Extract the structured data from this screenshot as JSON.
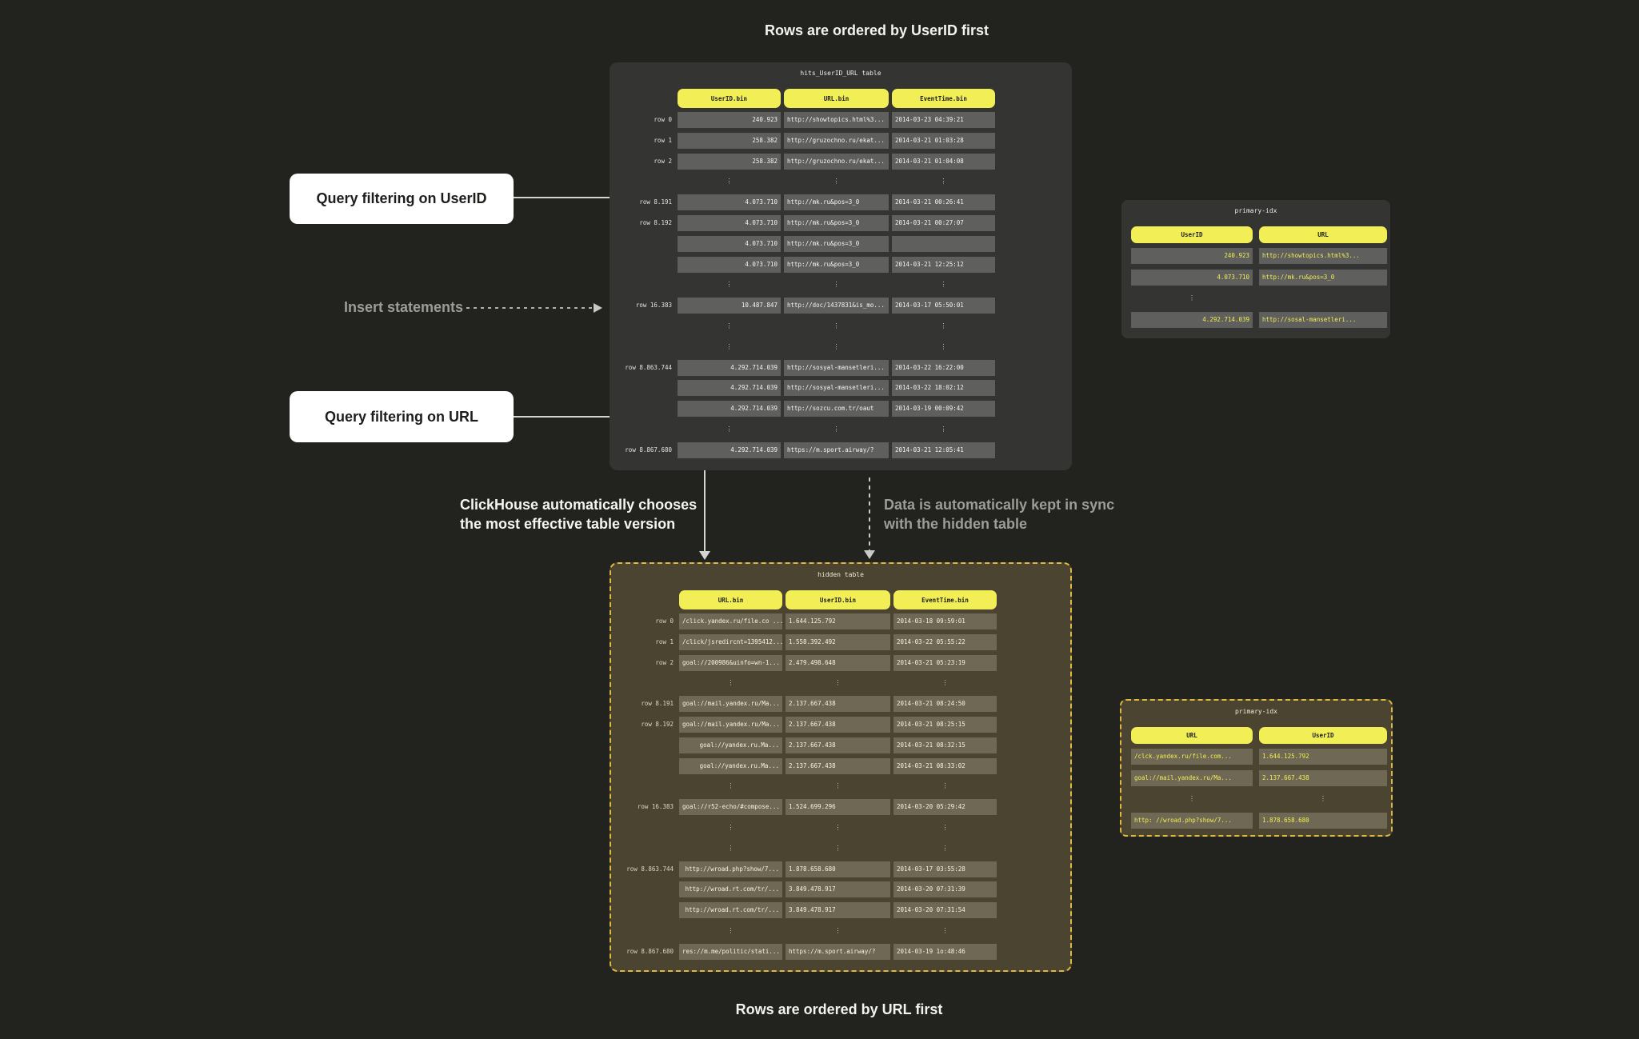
{
  "titles": {
    "top": "Rows are ordered by UserID first",
    "bottom": "Rows are ordered by URL first"
  },
  "labels": {
    "query_userid": "Query filtering on UserID",
    "insert_statements": "Insert statements",
    "query_url": "Query filtering on URL",
    "chooses_line1": "ClickHouse automatically chooses",
    "chooses_line2": "the most effective table version",
    "sync_line1": "Data is automatically kept in sync",
    "sync_line2": "with the hidden table"
  },
  "colors": {
    "accent_yellow": "#f2ee55",
    "hidden_olive_bg": "#4a4431",
    "hidden_cell_bg": "#6e6854",
    "gray_panel_bg": "#343432",
    "gray_cell_bg": "#5f5f5d",
    "dashed_border": "#e0b93c"
  },
  "main_table": {
    "title": "hits_UserID_URL table",
    "columns": [
      "UserID.bin",
      "URL.bin",
      "EventTime.bin"
    ],
    "aligns": [
      "r",
      "l",
      "l"
    ],
    "rows": [
      {
        "label": "row 0",
        "c": [
          "240.923",
          "http://showtopics.html%3...",
          "2014-03-23 04:39:21"
        ]
      },
      {
        "label": "row 1",
        "c": [
          "258.382",
          "http://gruzochno.ru/ekat...",
          "2014-03-21 01:03:28"
        ]
      },
      {
        "label": "row 2",
        "c": [
          "258.382",
          "http://gruzochno.ru/ekat...",
          "2014-03-21 01:04:08"
        ]
      },
      {
        "e": true
      },
      {
        "label": "row 8.191",
        "c": [
          "4.073.710",
          "http://mk.ru&pos=3_0",
          "2014-03-21 00:26:41"
        ]
      },
      {
        "label": "row 8.192",
        "c": [
          "4.073.710",
          "http://mk.ru&pos=3_0",
          "2014-03-21 00:27:07"
        ]
      },
      {
        "label": "",
        "c": [
          "4.073.710",
          "http://mk.ru&pos=3_0",
          ""
        ]
      },
      {
        "label": "",
        "c": [
          "4.073.710",
          "http://mk.ru&pos=3_0",
          "2014-03-21 12:25:12"
        ]
      },
      {
        "e": true
      },
      {
        "label": "row 16.383",
        "c": [
          "10.487.847",
          "http://doc/1437831&is_mo...",
          "2014-03-17 05:50:01"
        ]
      },
      {
        "e": true
      },
      {
        "e": true
      },
      {
        "label": "row 8.863.744",
        "c": [
          "4.292.714.039",
          "http://sosyal-mansetleri...",
          "2014-03-22 16:22:00"
        ]
      },
      {
        "label": "",
        "c": [
          "4.292.714.039",
          "http://sosyal-mansetleri...",
          "2014-03-22 18:02:12"
        ]
      },
      {
        "label": "",
        "c": [
          "4.292.714.039",
          "http://sozcu.com.tr/oaut",
          "2014-03-19 00:09:42"
        ]
      },
      {
        "e": true
      },
      {
        "label": "row 8.867.680",
        "c": [
          "4.292.714.039",
          "https://m.sport.airway/?",
          "2014-03-21 12:05:41"
        ]
      }
    ]
  },
  "hidden_table": {
    "title": "hidden table",
    "columns": [
      "URL.bin",
      "UserID.bin",
      "EventTime.bin"
    ],
    "aligns": [
      "l",
      "l",
      "l"
    ],
    "rows": [
      {
        "label": "row 0",
        "c": [
          "/click.yandex.ru/file.co ...",
          "1.644.125.792",
          "2014-03-18 09:59:01"
        ]
      },
      {
        "label": "row 1",
        "c": [
          "/click/jsredircnt=1395412...",
          "1.558.392.492",
          "2014-03-22 05:55:22"
        ]
      },
      {
        "label": "row 2",
        "c": [
          {
            "t": "goal://200986&uinfo=wn-1...",
            "a": "r"
          },
          "2.479.498.648",
          "2014-03-21 05:23:19"
        ]
      },
      {
        "e": true
      },
      {
        "label": "row 8.191",
        "c": [
          "goal://mail.yandex.ru/Ma...",
          "2.137.667.438",
          "2014-03-21 08:24:50"
        ]
      },
      {
        "label": "row 8.192",
        "c": [
          "goal://mail.yandex.ru/Ma...",
          "2.137.667.438",
          "2014-03-21 08:25:15"
        ]
      },
      {
        "label": "",
        "c": [
          {
            "t": "goal://yandex.ru.Ma...",
            "a": "r"
          },
          "2.137.667.438",
          "2014-03-21 08:32:15"
        ]
      },
      {
        "label": "",
        "c": [
          {
            "t": "goal://yandex.ru.Ma...",
            "a": "r"
          },
          "2.137.667.438",
          "2014-03-21 08:33:02"
        ]
      },
      {
        "e": true
      },
      {
        "label": "row 16.383",
        "c": [
          "goal://r52-echo/#compose...",
          "1.524.699.296",
          "2014-03-20 05:29:42"
        ]
      },
      {
        "e": true
      },
      {
        "e": true
      },
      {
        "label": "row 8.863.744",
        "c": [
          {
            "t": "http://wroad.php?show/7...",
            "a": "r"
          },
          "1.878.658.680",
          "2014-03-17 03:55:28"
        ]
      },
      {
        "label": "",
        "c": [
          {
            "t": "http://wroad.rt.com/tr/...",
            "a": "r"
          },
          "3.849.478.917",
          "2014-03-20 07:31:39"
        ]
      },
      {
        "label": "",
        "c": [
          {
            "t": "http://wroad.rt.com/tr/...",
            "a": "r"
          },
          "3.849.478.917",
          "2014-03-20 07:31:54"
        ]
      },
      {
        "e": true
      },
      {
        "label": "row 8.867.680",
        "c": [
          "res://m.me/politic/stati...",
          "https://m.sport.airway/?",
          "2014-03-19 1o:48:46"
        ]
      }
    ]
  },
  "primary_idx_top": {
    "title": "primary-idx",
    "columns": [
      "UserID",
      "URL"
    ],
    "aligns": [
      "r",
      "l"
    ],
    "rows": [
      {
        "c": [
          "240.923",
          "http://showtopics.html%3..."
        ]
      },
      {
        "c": [
          "4.073.710",
          "http://mk.ru&pos=3_0"
        ]
      },
      {
        "e": true,
        "cols": [
          0
        ]
      },
      {
        "c": [
          "4.292.714.039",
          "http://sosal-mansetleri..."
        ]
      }
    ]
  },
  "primary_idx_bottom": {
    "title": "primary-idx",
    "columns": [
      "URL",
      "UserID"
    ],
    "aligns": [
      "l",
      "l"
    ],
    "rows": [
      {
        "c": [
          "/clck.yandex.ru/file.com...",
          "1.644.125.792"
        ]
      },
      {
        "c": [
          "goal://mail.yandex.ru/Ma...",
          "2.137.667.438"
        ]
      },
      {
        "e": true,
        "cols": [
          0,
          1
        ]
      },
      {
        "c": [
          "http: //wroad.php?show/7...",
          "1.878.658.680"
        ]
      }
    ]
  }
}
